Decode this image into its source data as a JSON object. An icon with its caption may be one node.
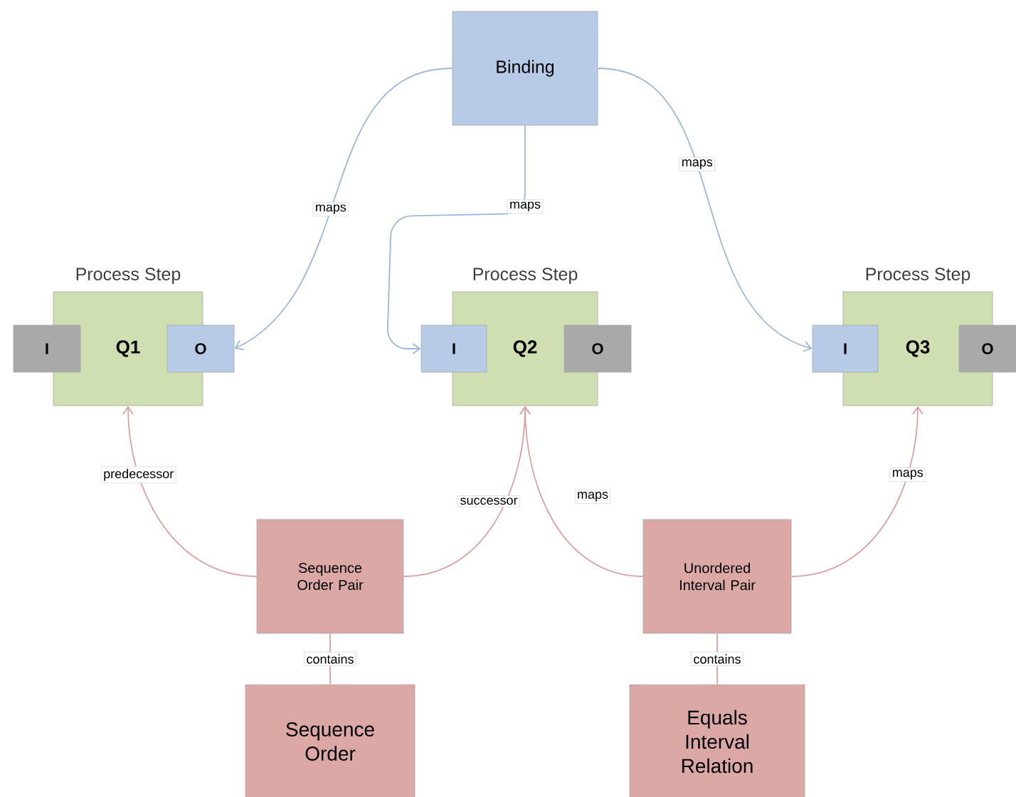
{
  "diagram": {
    "nodes": [
      {
        "text": [
          "Binding"
        ]
      },
      {
        "text": [
          "Process Step",
          "Q1"
        ]
      },
      {
        "text": [
          "I"
        ]
      },
      {
        "text": [
          "O"
        ]
      },
      {
        "text": [
          "Process Step",
          "Q2"
        ]
      },
      {
        "text": [
          "I"
        ]
      },
      {
        "text": [
          "O"
        ]
      },
      {
        "text": [
          "Process Step",
          "Q3"
        ]
      },
      {
        "text": [
          "I"
        ]
      },
      {
        "text": [
          "O"
        ]
      },
      {
        "text": [
          "Sequence Order Pair"
        ]
      },
      {
        "text": [
          "Unordered Interval Pair"
        ]
      },
      {
        "text": [
          "Sequence Order"
        ]
      },
      {
        "text": [
          "Equals Interval Relation"
        ]
      }
    ],
    "edges": [
      {
        "from": 0,
        "to": 3,
        "arrow": "to",
        "label": "maps",
        "color": "#9fb6db"
      },
      {
        "from": 0,
        "to": 5,
        "arrow": "to",
        "label": "maps",
        "color": "#9fb6db"
      },
      {
        "from": 0,
        "to": 8,
        "arrow": "to",
        "label": "maps",
        "color": "#9fb6db"
      },
      {
        "from": 10,
        "to": 1,
        "arrow": "to",
        "label": "predecessor"
      },
      {
        "from": 10,
        "to": 4,
        "arrow": "to",
        "label": "successor"
      },
      {
        "from": 11,
        "to": 4,
        "arrow": "to",
        "label": "maps"
      },
      {
        "from": 11,
        "to": 7,
        "arrow": "to",
        "label": "maps"
      },
      {
        "from": 10,
        "to": 12,
        "arrow": "none",
        "label": "contains"
      },
      {
        "from": 11,
        "to": 13,
        "arrow": "none",
        "label": "contains"
      }
    ]
  }
}
